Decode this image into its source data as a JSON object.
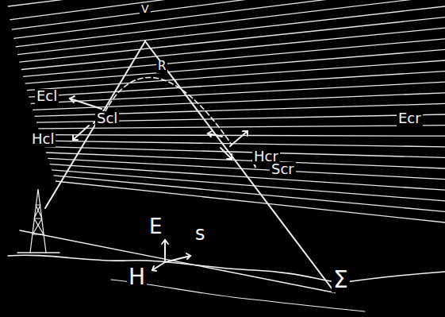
{
  "diagram": {
    "labels": [
      "V",
      "R",
      "Ecl",
      "Scl",
      "Hcl",
      "Hcr",
      "Ecr",
      "Scr",
      "E",
      "s",
      "H",
      "Σ"
    ]
  }
}
